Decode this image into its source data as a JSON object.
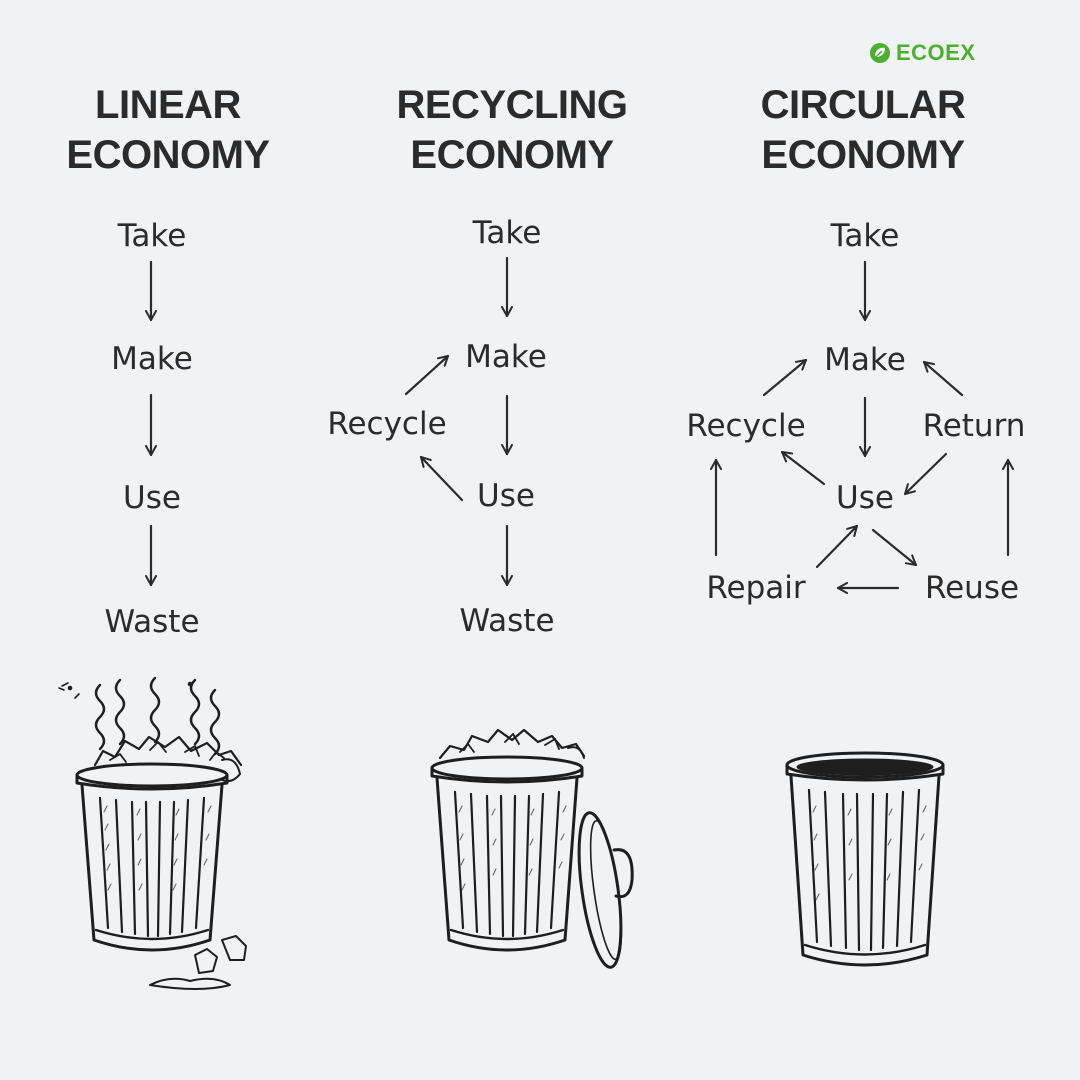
{
  "brand": {
    "name": "ECOEX",
    "accent": "#4caf2f",
    "icon": "leaf-icon"
  },
  "columns": {
    "linear": {
      "title_line1": "LINEAR",
      "title_line2": "ECONOMY",
      "steps": {
        "take": "Take",
        "make": "Make",
        "use": "Use",
        "waste": "Waste"
      },
      "bin": "overflowing-trash-bin-icon"
    },
    "recycling": {
      "title_line1": "RECYCLING",
      "title_line2": "ECONOMY",
      "steps": {
        "take": "Take",
        "make": "Make",
        "recycle": "Recycle",
        "use": "Use",
        "waste": "Waste"
      },
      "bin": "half-full-trash-bin-icon"
    },
    "circular": {
      "title_line1": "CIRCULAR",
      "title_line2": "ECONOMY",
      "steps": {
        "take": "Take",
        "make": "Make",
        "recycle": "Recycle",
        "return": "Return",
        "use": "Use",
        "repair": "Repair",
        "reuse": "Reuse"
      },
      "bin": "empty-trash-bin-icon"
    }
  },
  "colors": {
    "background": "#f0f2f4",
    "ink": "#2b2b2b"
  }
}
